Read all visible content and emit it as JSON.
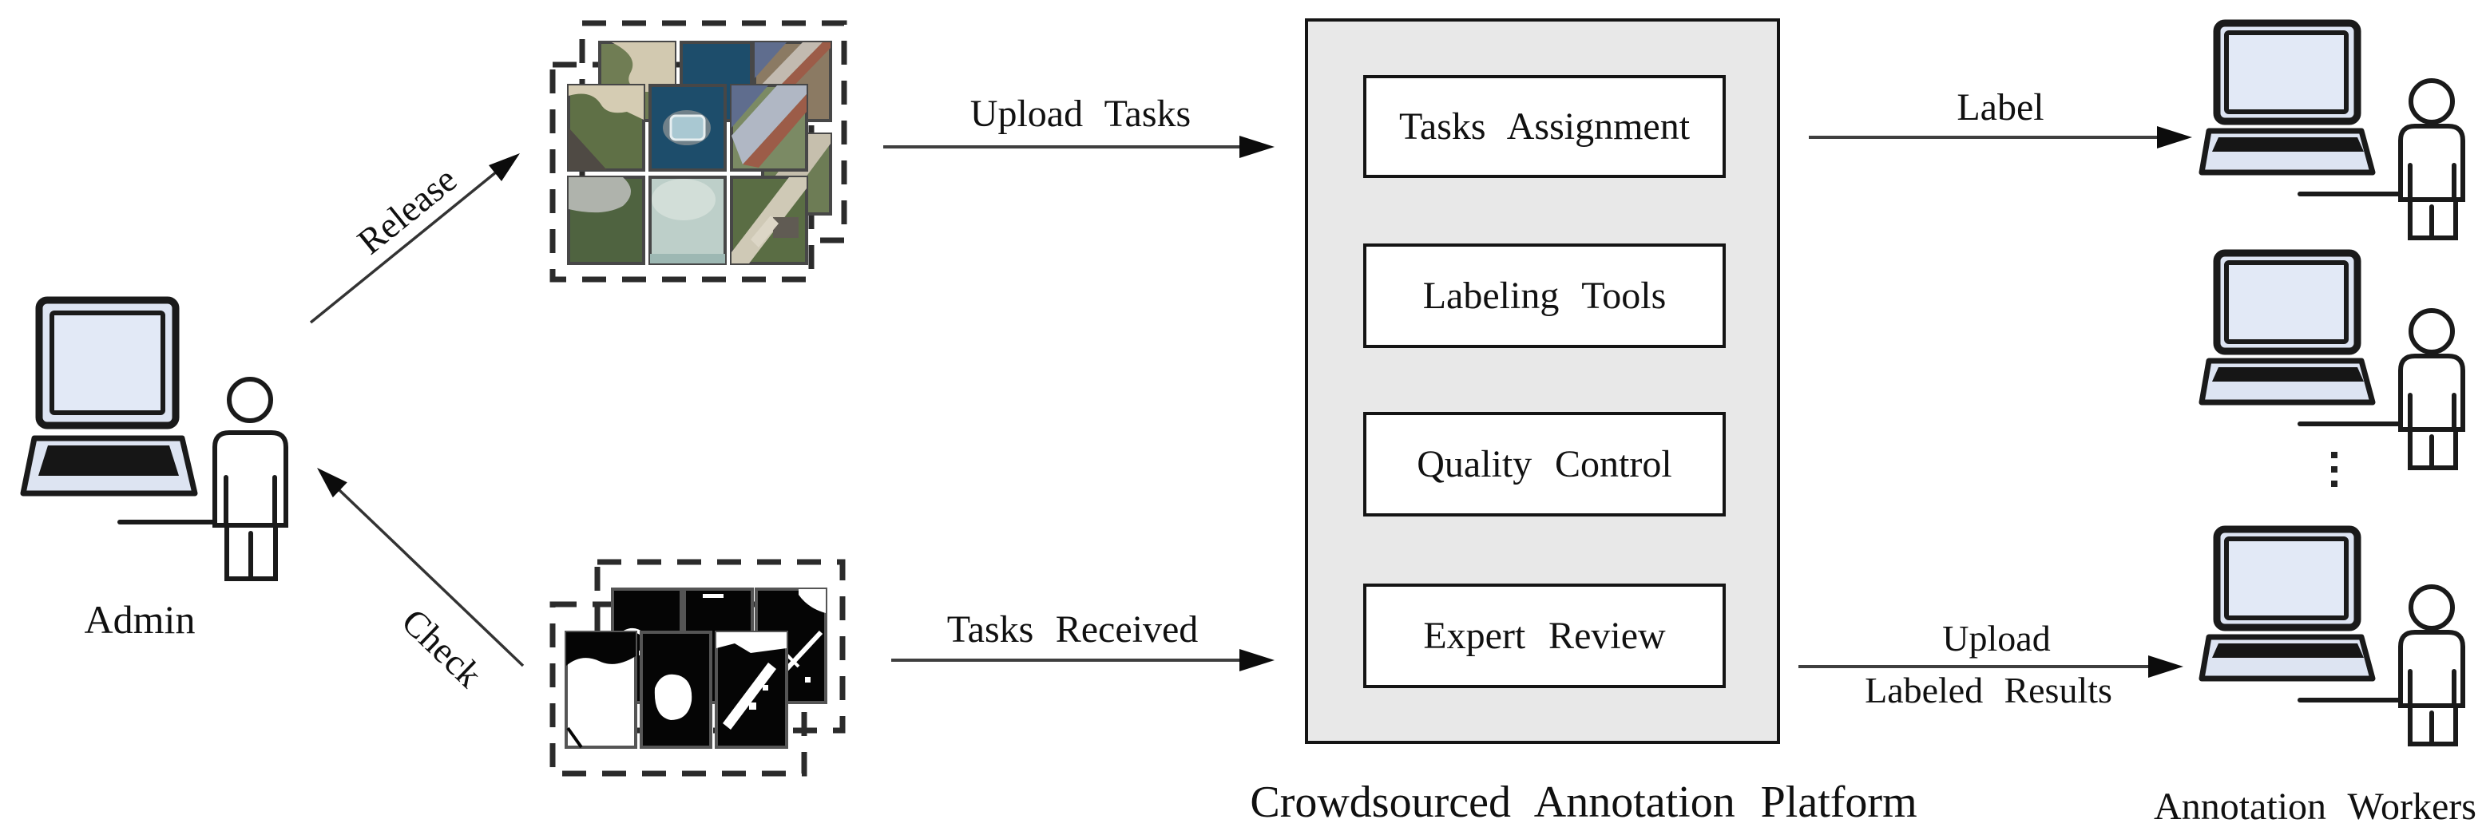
{
  "admin": {
    "label": "Admin"
  },
  "arrows": {
    "release": "Release",
    "check": "Check",
    "upload_tasks": "Upload Tasks",
    "tasks_received": "Tasks Received",
    "label": "Label",
    "upload_results_line1": "Upload",
    "upload_results_line2": "Labeled Results"
  },
  "platform": {
    "title": "Crowdsourced Annotation Platform",
    "modules": [
      {
        "label": "Tasks Assignment"
      },
      {
        "label": "Labeling Tools"
      },
      {
        "label": "Quality Control"
      },
      {
        "label": "Expert Review"
      }
    ]
  },
  "workers": {
    "label": "Annotation Workers",
    "visible_count": 3
  },
  "icons": {
    "admin_workstation": "laptop-person-icon",
    "worker_workstation": "laptop-person-icon",
    "task_tiles": "aerial-image-tiles-icon",
    "result_masks": "binary-mask-tiles-icon",
    "more_workers": "vertical-ellipsis-icon"
  },
  "colors": {
    "platform-bg": "#e8e8e8",
    "box-border": "#141414",
    "outline": "#1a1a1a",
    "screen-fill": "#e2e9f6",
    "device-fill": "#dde4f2",
    "arrow-gray": "#3f3f3f",
    "water-deep": "#1d4d6b",
    "water-pale": "#bdcfc9",
    "grass": "#556845",
    "sand": "#d5ccb3"
  }
}
